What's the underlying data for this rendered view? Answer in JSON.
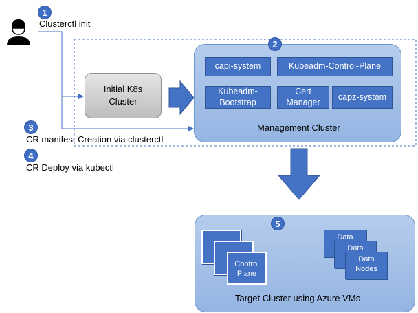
{
  "steps": [
    {
      "number": "1",
      "label": "Clusterctl init"
    },
    {
      "number": "2"
    },
    {
      "number": "3",
      "label": "CR manifest Creation via clusterctl"
    },
    {
      "number": "4",
      "label": "CR Deploy via kubectl"
    },
    {
      "number": "5"
    }
  ],
  "initial_cluster": {
    "line1": "Initial K8s",
    "line2": "Cluster"
  },
  "management": {
    "label": "Management Cluster",
    "components": {
      "capi_system": "capi-system",
      "kcp": "Kubeadm-Control-Plane",
      "bootstrap_line1": "Kubeadm-",
      "bootstrap_line2": "Bootstrap",
      "cert_line1": "Cert",
      "cert_line2": "Manager",
      "capz_system": "capz-system"
    }
  },
  "target": {
    "label": "Target Cluster using Azure VMs",
    "control_plane": {
      "line1": "Control",
      "line2": "Plane"
    },
    "data_nodes": {
      "line1": "Data",
      "line2": "Nodes"
    }
  },
  "colors": {
    "accent": "#4472c4",
    "panel": "#a6c1e8",
    "badge": "#3f6fc4"
  },
  "icons": {
    "user": "user-icon"
  }
}
